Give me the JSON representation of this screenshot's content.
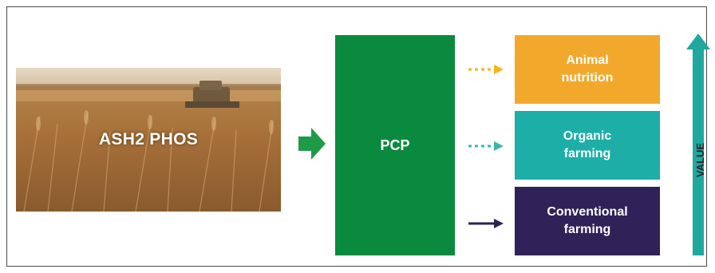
{
  "source": {
    "label": "ASH2 PHOS"
  },
  "process": {
    "label": "PCP",
    "color": "#0a8a3e"
  },
  "outputs": [
    {
      "label": "Animal\nnutrition",
      "color": "#f2a92b",
      "arrow_color": "#f6b41a",
      "arrow_style": "dotted"
    },
    {
      "label": "Organic\nfarming",
      "color": "#1eaea8",
      "arrow_color": "#3db6a8",
      "arrow_style": "dotted"
    },
    {
      "label": "Conventional\nfarming",
      "color": "#2e2258",
      "arrow_color": "#2e2258",
      "arrow_style": "solid"
    }
  ],
  "value_axis": {
    "label": "VALUE",
    "color": "#1ea8a0"
  },
  "connector_color": "#1f9a46"
}
